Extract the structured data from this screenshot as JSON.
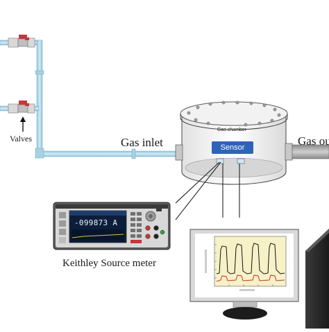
{
  "labels": {
    "valves": "Valves",
    "gas_inlet": "Gas inlet",
    "gas_outlet": "Gas ou",
    "gas_chamber": "Gas chamber",
    "sensor": "Sensor",
    "source_meter": "Keithley Source meter"
  },
  "meter": {
    "reading": "-099873 A"
  },
  "colors": {
    "pipe": "#b9dcec",
    "pipe_edge": "#86b8cf",
    "sensor_box": "#2f63b8",
    "valve_red": "#c2393b",
    "chamber_shell": "#f7f7f7",
    "outlet_pipe": "#a9a9a9"
  }
}
